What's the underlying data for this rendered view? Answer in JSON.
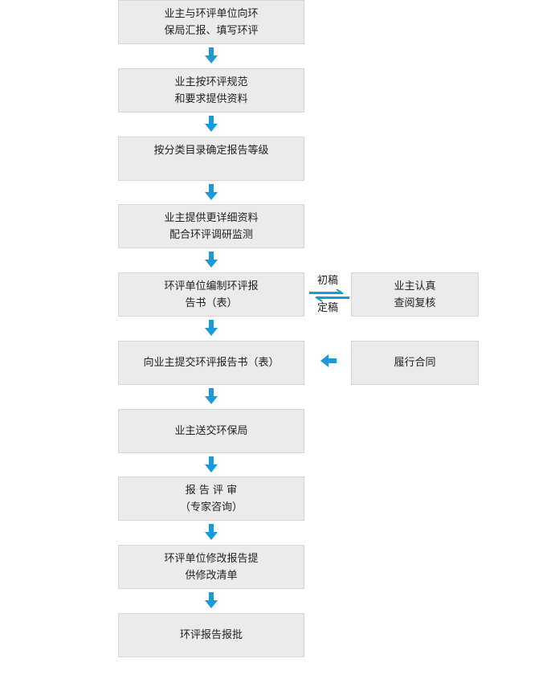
{
  "accent_color": "#1a9ad6",
  "steps": [
    {
      "text": "业主与环评单位向环\n保局汇报、填写环评"
    },
    {
      "text": "业主按环评规范\n和要求提供资料"
    },
    {
      "text": "按分类目录确定报告等级"
    },
    {
      "text": "业主提供更详细资料\n配合环评调研监测"
    },
    {
      "text": "环评单位编制环评报\n告书（表）"
    },
    {
      "text": "向业主提交环评报告书（表）"
    },
    {
      "text": "业主送交环保局"
    },
    {
      "text": "报 告 评 审\n（专家咨询）"
    },
    {
      "text": "环评单位修改报告提\n供修改清单"
    },
    {
      "text": "环评报告报批"
    }
  ],
  "side_boxes": [
    {
      "text": "业主认真\n查阅复核"
    },
    {
      "text": "履行合同"
    }
  ],
  "exchange": {
    "to_right_label": "初稿",
    "to_left_label": "定稿"
  }
}
